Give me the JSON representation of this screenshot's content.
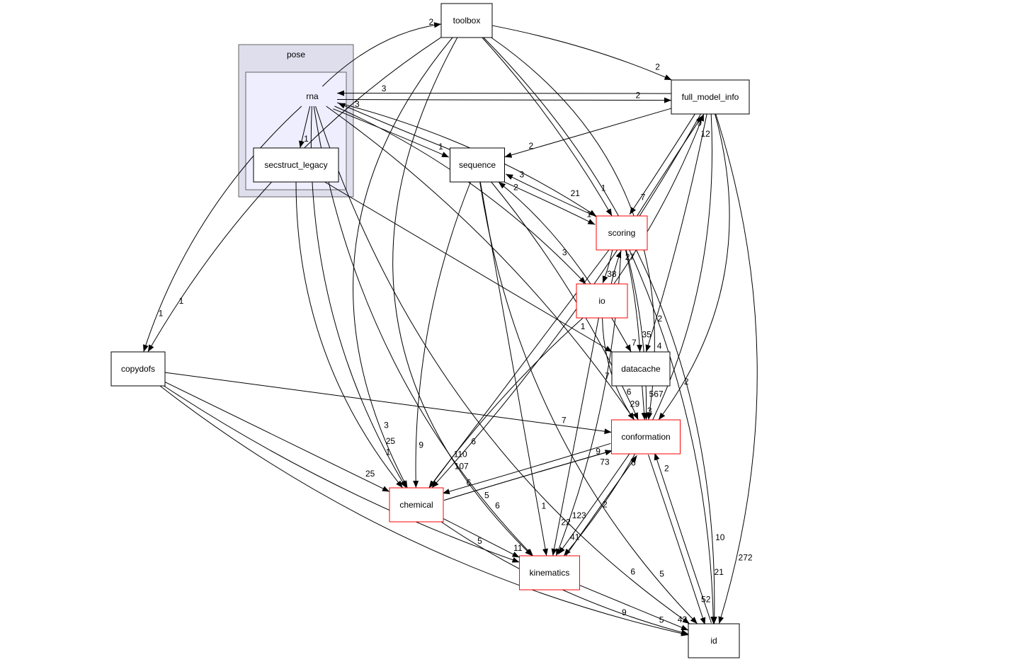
{
  "clusters": [
    {
      "id": "pose",
      "label": "pose",
      "fill": "#dedeed",
      "stroke": "#666666"
    },
    {
      "id": "rna_cluster",
      "label": "",
      "fill": "#eeeeff",
      "stroke": "#666666"
    }
  ],
  "nodes": [
    {
      "id": "rna",
      "label": "rna",
      "style": "plain"
    },
    {
      "id": "secstruct_legacy",
      "label": "secstruct_legacy",
      "style": "black"
    },
    {
      "id": "toolbox",
      "label": "toolbox",
      "style": "black"
    },
    {
      "id": "full_model_info",
      "label": "full_model_info",
      "style": "black"
    },
    {
      "id": "sequence",
      "label": "sequence",
      "style": "black"
    },
    {
      "id": "scoring",
      "label": "scoring",
      "style": "red"
    },
    {
      "id": "io",
      "label": "io",
      "style": "red"
    },
    {
      "id": "copydofs",
      "label": "copydofs",
      "style": "black"
    },
    {
      "id": "datacache",
      "label": "datacache",
      "style": "black"
    },
    {
      "id": "conformation",
      "label": "conformation",
      "style": "red"
    },
    {
      "id": "chemical",
      "label": "chemical",
      "style": "red"
    },
    {
      "id": "kinematics",
      "label": "kinematics",
      "style": "red"
    },
    {
      "id": "id",
      "label": "id",
      "style": "black"
    }
  ],
  "colors": {
    "red_border": "#ff0000",
    "black_border": "#000000"
  },
  "edges": [
    {
      "from": "rna",
      "to": "toolbox",
      "label": "2"
    },
    {
      "from": "rna",
      "to": "full_model_info",
      "label": "2"
    },
    {
      "from": "full_model_info",
      "to": "rna",
      "label": "3"
    },
    {
      "from": "rna",
      "to": "secstruct_legacy",
      "label": "1"
    },
    {
      "from": "rna",
      "to": "sequence",
      "label": "1"
    },
    {
      "from": "sequence",
      "to": "rna",
      "label": "3"
    },
    {
      "from": "rna",
      "to": "scoring",
      "label": "21"
    },
    {
      "from": "rna",
      "to": "io",
      "label": "3"
    },
    {
      "from": "rna",
      "to": "copydofs",
      "label": "1"
    },
    {
      "from": "rna",
      "to": "conformation",
      "label": "7"
    },
    {
      "from": "rna",
      "to": "chemical",
      "label": "25"
    },
    {
      "from": "rna",
      "to": "kinematics",
      "label": "6"
    },
    {
      "from": "rna",
      "to": "id",
      "label": "6"
    },
    {
      "from": "toolbox",
      "to": "copydofs",
      "label": "1"
    },
    {
      "from": "toolbox",
      "to": "scoring",
      "label": "1"
    },
    {
      "from": "toolbox",
      "to": "full_model_info",
      "label": "2"
    },
    {
      "from": "toolbox",
      "to": "conformation",
      "label": "4"
    },
    {
      "from": "toolbox",
      "to": "id",
      "label": "10"
    },
    {
      "from": "toolbox",
      "to": "chemical",
      "label": "3"
    },
    {
      "from": "toolbox",
      "to": "kinematics",
      "label": "5"
    },
    {
      "from": "full_model_info",
      "to": "sequence",
      "label": "2"
    },
    {
      "from": "full_model_info",
      "to": "scoring",
      "label": "7"
    },
    {
      "from": "scoring",
      "to": "full_model_info",
      "label": "9"
    },
    {
      "from": "io",
      "to": "full_model_info",
      "label": "12"
    },
    {
      "from": "full_model_info",
      "to": "datacache",
      "label": "2"
    },
    {
      "from": "full_model_info",
      "to": "conformation",
      "label": "2"
    },
    {
      "from": "full_model_info",
      "to": "chemical",
      "label": "6"
    },
    {
      "from": "full_model_info",
      "to": "kinematics",
      "label": "2"
    },
    {
      "from": "full_model_info",
      "to": "id",
      "label": "272"
    },
    {
      "from": "secstruct_legacy",
      "to": "chemical",
      "label": "1"
    },
    {
      "from": "secstruct_legacy",
      "to": "datacache",
      "label": "1"
    },
    {
      "from": "sequence",
      "to": "scoring",
      "label": "1"
    },
    {
      "from": "scoring",
      "to": "sequence",
      "label": "3"
    },
    {
      "from": "sequence",
      "to": "chemical",
      "label": "9"
    },
    {
      "from": "sequence",
      "to": "id",
      "label": "5"
    },
    {
      "from": "sequence",
      "to": "kinematics",
      "label": "1"
    },
    {
      "from": "sequence",
      "to": "conformation",
      "label": "6"
    },
    {
      "from": "io",
      "to": "sequence",
      "label": "2"
    },
    {
      "from": "scoring",
      "to": "io",
      "label": "38"
    },
    {
      "from": "io",
      "to": "scoring",
      "label": "27"
    },
    {
      "from": "scoring",
      "to": "chemical",
      "label": "110"
    },
    {
      "from": "scoring",
      "to": "datacache",
      "label": "35"
    },
    {
      "from": "scoring",
      "to": "conformation",
      "label": "567"
    },
    {
      "from": "scoring",
      "to": "kinematics",
      "label": "123"
    },
    {
      "from": "scoring",
      "to": "id",
      "label": "21"
    },
    {
      "from": "io",
      "to": "datacache",
      "label": "7"
    },
    {
      "from": "io",
      "to": "chemical",
      "label": "107"
    },
    {
      "from": "io",
      "to": "kinematics",
      "label": "22"
    },
    {
      "from": "io",
      "to": "conformation",
      "label": "29"
    },
    {
      "from": "datacache",
      "to": "conformation",
      "label": "3"
    },
    {
      "from": "copydofs",
      "to": "conformation",
      "label": "7"
    },
    {
      "from": "copydofs",
      "to": "chemical",
      "label": "25"
    },
    {
      "from": "copydofs",
      "to": "kinematics",
      "label": "5"
    },
    {
      "from": "copydofs",
      "to": "id",
      "label": "9"
    },
    {
      "from": "conformation",
      "to": "chemical",
      "label": "6"
    },
    {
      "from": "chemical",
      "to": "conformation",
      "label": "9"
    },
    {
      "from": "conformation",
      "to": "kinematics",
      "label": "41"
    },
    {
      "from": "kinematics",
      "to": "conformation",
      "label": "6"
    },
    {
      "from": "conformation",
      "to": "id",
      "label": "52"
    },
    {
      "from": "id",
      "to": "conformation",
      "label": "2"
    },
    {
      "from": "chemical",
      "to": "kinematics",
      "label": "11"
    },
    {
      "from": "chemical",
      "to": "id",
      "label": "5"
    },
    {
      "from": "chemical",
      "to": "conformation",
      "label": "73"
    },
    {
      "from": "kinematics",
      "to": "id",
      "label": "43"
    }
  ]
}
